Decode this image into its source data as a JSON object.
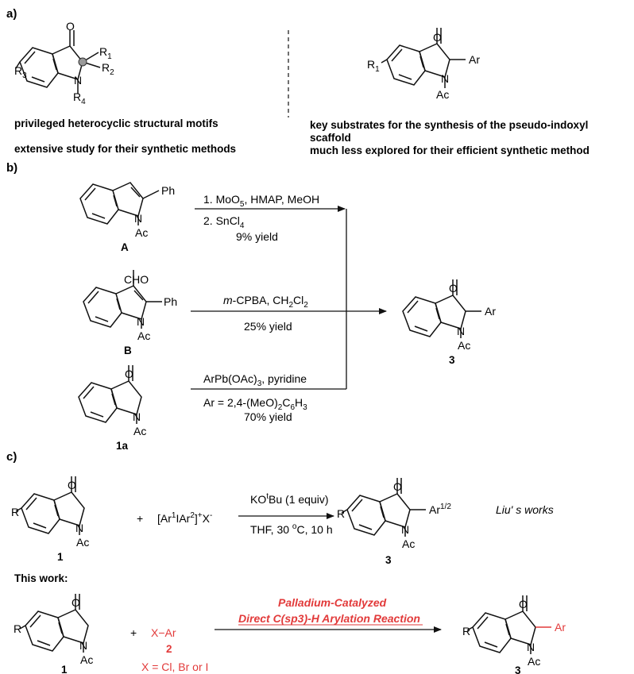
{
  "section_a": {
    "label": "a)",
    "left": {
      "substituents": {
        "r3": "R",
        "r3_sub": "3",
        "r1": "R",
        "r1_sub": "1",
        "r2": "R",
        "r2_sub": "2",
        "n": "N",
        "r4": "R",
        "r4_sub": "4",
        "o": "O"
      },
      "caption1": "privileged heterocyclic structural motifs",
      "caption2": "extensive study for their synthetic methods"
    },
    "right": {
      "substituents": {
        "r1": "R",
        "r1_sub": "1",
        "ar": "Ar",
        "n": "N",
        "ac": "Ac",
        "o": "O"
      },
      "caption1_line1": "key substrates for  the synthesis of the pseudo-indoxyl",
      "caption1_line2": "scaffold",
      "caption2": "much less explored for their efficient synthetic method"
    }
  },
  "section_b": {
    "label": "b)",
    "compound_a": {
      "label": "A",
      "ph": "Ph",
      "n": "N",
      "ac": "Ac"
    },
    "route_a": {
      "step1_prefix": "1. MoO",
      "step1_sub": "5",
      "step1_suffix": ", HMAP, MeOH",
      "step2_prefix": "2. SnCl",
      "step2_sub": "4",
      "yield": "9% yield"
    },
    "compound_b": {
      "label": "B",
      "cho": "CHO",
      "ph": "Ph",
      "n": "N",
      "ac": "Ac"
    },
    "route_b": {
      "reagent_ital": "m",
      "reagent_rest": "-CPBA, CH",
      "reagent_sub": "2",
      "reagent_cl": "Cl",
      "reagent_sub2": "2",
      "yield": "25% yield"
    },
    "compound_1a": {
      "label": "1a",
      "o": "O",
      "n": "N",
      "ac": "Ac"
    },
    "route_c": {
      "reagent_prefix": "ArPb(OAc)",
      "reagent_sub": "3",
      "reagent_suffix": ", pyridine",
      "ar_prefix": "Ar = 2,4-(MeO)",
      "ar_sub1": "2",
      "ar_mid": "C",
      "ar_sub2": "6",
      "ar_h": "H",
      "ar_sub3": "3",
      "yield": "70% yield"
    },
    "product": {
      "label": "3",
      "o": "O",
      "ar": "Ar",
      "n": "N",
      "ac": "Ac"
    }
  },
  "section_c": {
    "label": "c)",
    "reactant": {
      "label": "1",
      "r": "R",
      "o": "O",
      "n": "N",
      "ac": "Ac"
    },
    "plus": "+",
    "iodonium": {
      "open": "[Ar",
      "sup1": "1",
      "mid": "IAr",
      "sup2": "2",
      "close": "]",
      "plus": "+",
      "x": "X",
      "minus": "-"
    },
    "conditions": {
      "line1_prefix": "KO",
      "line1_sup": "t",
      "line1_suffix": "Bu (1 equiv)",
      "line2_prefix": "THF, 30 ",
      "line2_sup": "o",
      "line2_suffix": "C, 10 h"
    },
    "product": {
      "label": "3",
      "r": "R",
      "o": "O",
      "n": "N",
      "ac": "Ac",
      "ar": "Ar",
      "ar_sup": "1/2"
    },
    "note": "Liu' s works"
  },
  "this_work": {
    "heading": "This work:",
    "reactant": {
      "label": "1",
      "r": "R",
      "o": "O",
      "n": "N",
      "ac": "Ac"
    },
    "plus": "+",
    "aryl_halide": {
      "formula": "X−Ar",
      "label": "2",
      "x_def": "X = Cl, Br or I"
    },
    "conditions": {
      "line1": "Palladium-Catalyzed",
      "line2": "Direct C(sp3)-H Arylation Reaction"
    },
    "product": {
      "label": "3",
      "r": "R",
      "o": "O",
      "n": "N",
      "ac": "Ac",
      "ar": "Ar"
    }
  },
  "colors": {
    "accent": "#e23a3a",
    "text": "#111111"
  }
}
